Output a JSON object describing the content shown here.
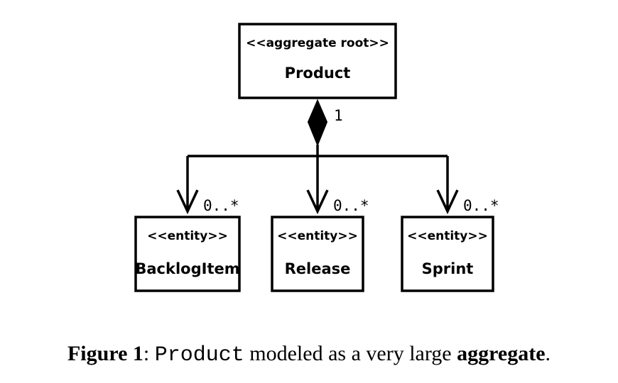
{
  "diagram": {
    "root": {
      "stereotype": "<<aggregate root>>",
      "name": "Product",
      "multiplicity": "1"
    },
    "children": [
      {
        "stereotype": "<<entity>>",
        "name": "BacklogItem",
        "multiplicity": "0..*"
      },
      {
        "stereotype": "<<entity>>",
        "name": "Release",
        "multiplicity": "0..*"
      },
      {
        "stereotype": "<<entity>>",
        "name": "Sprint",
        "multiplicity": "0..*"
      }
    ]
  },
  "caption": {
    "figure_label": "Figure 1",
    "separator": ": ",
    "code": "Product",
    "middle": " modeled as a very large ",
    "emphasis": "aggregate",
    "end": "."
  }
}
